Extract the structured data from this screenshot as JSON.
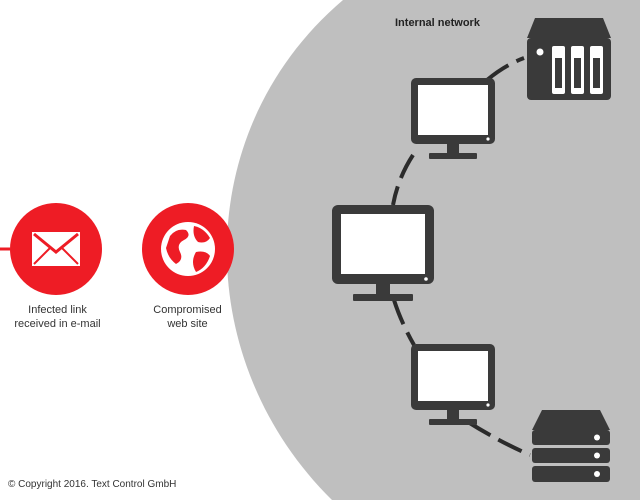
{
  "diagram": {
    "network_label": "Internal network",
    "nodes": [
      {
        "id": "email",
        "icon": "envelope-icon",
        "label_line1": "Infected link",
        "label_line2": "received in e-mail"
      },
      {
        "id": "website",
        "icon": "globe-icon",
        "label_line1": "Compromised",
        "label_line2": "web site"
      },
      {
        "id": "workstation-center",
        "icon": "monitor-icon"
      },
      {
        "id": "workstation-top",
        "icon": "monitor-icon"
      },
      {
        "id": "workstation-bottom",
        "icon": "monitor-icon"
      },
      {
        "id": "nas",
        "icon": "nas-storage-icon"
      },
      {
        "id": "server",
        "icon": "server-rack-icon"
      }
    ],
    "colors": {
      "accent": "#ee1c25",
      "network_bg": "#bfbfbf",
      "device": "#3a3a3a",
      "link": "#2b2b2b"
    }
  },
  "footer": {
    "copyright": "© Copyright 2016. Text Control GmbH"
  }
}
